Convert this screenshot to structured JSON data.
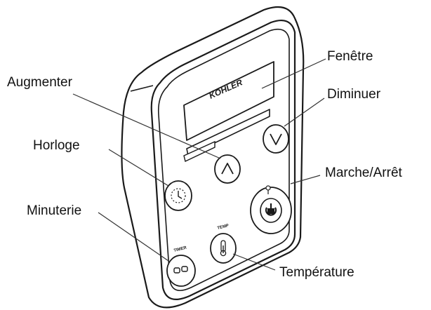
{
  "device": {
    "brand": "KOHLER",
    "timer_button_caption": "TIMER",
    "temp_button_caption": "TEMP"
  },
  "callouts": {
    "fenetre": "Fenêtre",
    "augmenter": "Augmenter",
    "diminuer": "Diminuer",
    "horloge": "Horloge",
    "marche_arret": "Marche/Arrêt",
    "minuterie": "Minuterie",
    "temperature": "Température"
  },
  "colors": {
    "outline": "#1a1a1a",
    "leader_line": "#333333",
    "background": "#ffffff"
  },
  "icons": {
    "up_button": "chevron-up-icon",
    "down_button": "chevron-down-icon",
    "clock_button": "clock-icon",
    "power_button": "power-icon",
    "timer_button": "timer-icon",
    "temp_button": "thermometer-icon"
  }
}
